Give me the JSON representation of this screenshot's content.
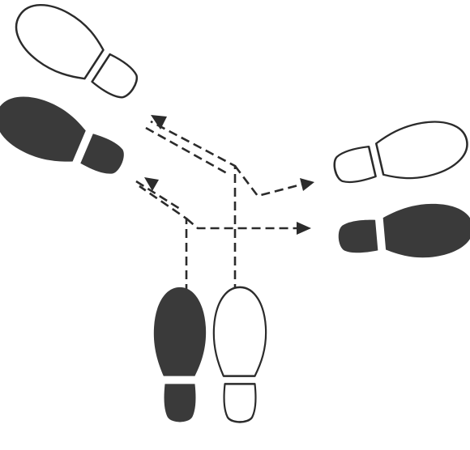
{
  "diagram": {
    "description_text": "",
    "colors": {
      "background": "#ffffff",
      "filled_shoe": "#3a3a3a",
      "outline_shoe_stroke": "#2b2b2b",
      "outline_shoe_fill": "#ffffff",
      "path_line": "#2b2b2b"
    },
    "footprints": [
      {
        "id": "start-left",
        "style": "filled",
        "icon": "left-shoe-print"
      },
      {
        "id": "start-right",
        "style": "outline",
        "icon": "right-shoe-print"
      },
      {
        "id": "back-left",
        "style": "filled",
        "icon": "left-shoe-print"
      },
      {
        "id": "back-right",
        "style": "outline",
        "icon": "right-shoe-print"
      },
      {
        "id": "side-left",
        "style": "filled",
        "icon": "left-shoe-print"
      },
      {
        "id": "side-right",
        "style": "outline",
        "icon": "right-shoe-print"
      }
    ],
    "paths": [
      {
        "id": "left-foot-back-path",
        "direction": "diagonal-back"
      },
      {
        "id": "right-foot-back-path",
        "direction": "diagonal-back"
      },
      {
        "id": "left-foot-side-path",
        "direction": "side"
      },
      {
        "id": "right-foot-side-path",
        "direction": "side"
      }
    ]
  }
}
